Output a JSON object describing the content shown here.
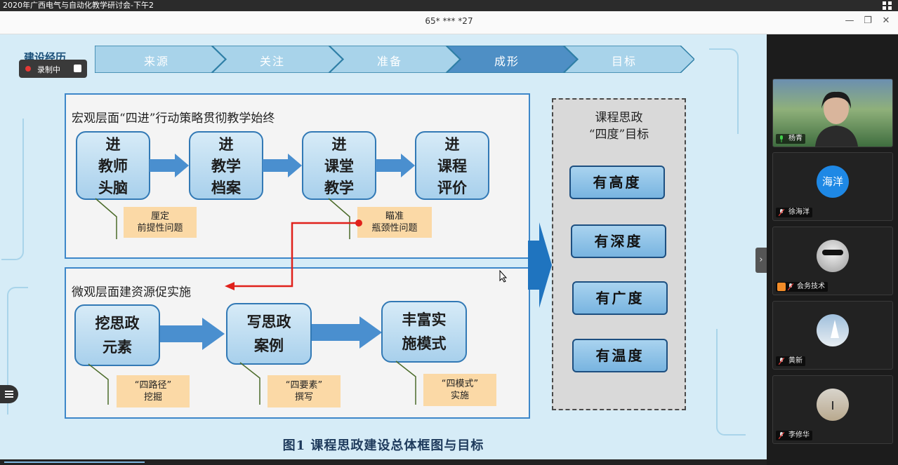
{
  "window": {
    "title": "2020年广西电气与自动化教学研讨会-下午2",
    "meeting_id": "65* *** *27",
    "minimize": "—",
    "restore": "❐",
    "close": "✕"
  },
  "recording": {
    "label": "录制中"
  },
  "slide": {
    "history_label": "建设经历",
    "steps": [
      "来源",
      "关注",
      "准备",
      "成形",
      "目标"
    ],
    "active_step": "成形",
    "macro": {
      "title": "宏观层面“四进”行动策略贯彻教学始终",
      "boxes": [
        [
          "进",
          "教师",
          "头脑"
        ],
        [
          "进",
          "教学",
          "档案"
        ],
        [
          "进",
          "课堂",
          "教学"
        ],
        [
          "进",
          "课程",
          "评价"
        ]
      ],
      "notes": [
        [
          "厘定",
          "前提性问题"
        ],
        [
          "瞄准",
          "瓶颈性问题"
        ]
      ]
    },
    "micro": {
      "title": "微观层面建资源促实施",
      "boxes": [
        [
          "挖思政",
          "元素"
        ],
        [
          "写思政",
          "案例"
        ],
        [
          "丰富实",
          "施模式"
        ]
      ],
      "notes": [
        [
          "“四路径”",
          "挖掘"
        ],
        [
          "“四要素”",
          "撰写"
        ],
        [
          "“四模式”",
          "实施"
        ]
      ]
    },
    "goals": {
      "title_line1": "课程思政",
      "title_line2": "“四度”目标",
      "items": [
        "有高度",
        "有深度",
        "有广度",
        "有温度"
      ]
    },
    "caption": "图1    课程思政建设总体框图与目标"
  },
  "participants": [
    {
      "name": "杨青",
      "type": "video"
    },
    {
      "name": "徐海洋",
      "avatar_text": "海洋",
      "avatar_color": "#1e88e5"
    },
    {
      "name": "会务技术",
      "type": "photo"
    },
    {
      "name": "黄新",
      "type": "photo"
    },
    {
      "name": "李修华",
      "type": "photo"
    }
  ],
  "colors": {
    "accent": "#3d87c9",
    "recording_dot": "#e53935",
    "step_active": "#4e8fc5",
    "step_idle": "#a8d3ea"
  }
}
